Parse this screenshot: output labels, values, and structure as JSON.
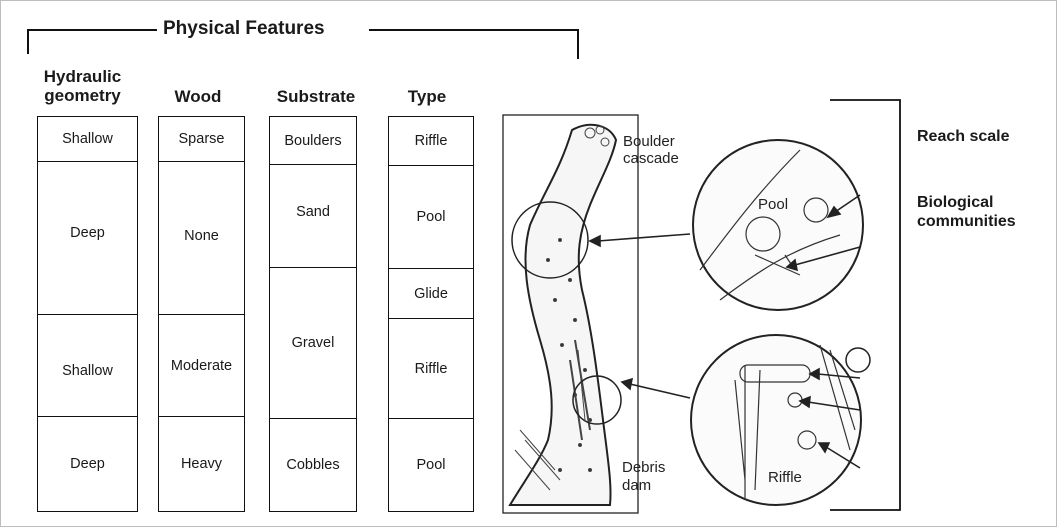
{
  "title": "Physical Features",
  "columns": [
    {
      "id": "hydraulic",
      "header": [
        "Hydraulic",
        "geometry"
      ],
      "cells": [
        "Shallow",
        "Deep",
        "Shallow",
        "Deep"
      ]
    },
    {
      "id": "wood",
      "header": [
        "Wood"
      ],
      "cells": [
        "Sparse",
        "None",
        "Moderate",
        "Heavy"
      ]
    },
    {
      "id": "substrate",
      "header": [
        "Substrate"
      ],
      "cells": [
        "Boulders",
        "Sand",
        "Gravel",
        "Cobbles"
      ]
    },
    {
      "id": "type",
      "header": [
        "Type"
      ],
      "cells": [
        "Riffle",
        "Pool",
        "Glide",
        "Riffle",
        "Pool"
      ]
    }
  ],
  "sketch_labels": {
    "boulder": [
      "Boulder",
      "cascade"
    ],
    "pool": "Pool",
    "debris": [
      "Debris",
      "dam"
    ],
    "riffle": "Riffle"
  },
  "right_labels": {
    "reach": "Reach scale",
    "bio": [
      "Biological",
      "communities"
    ]
  }
}
